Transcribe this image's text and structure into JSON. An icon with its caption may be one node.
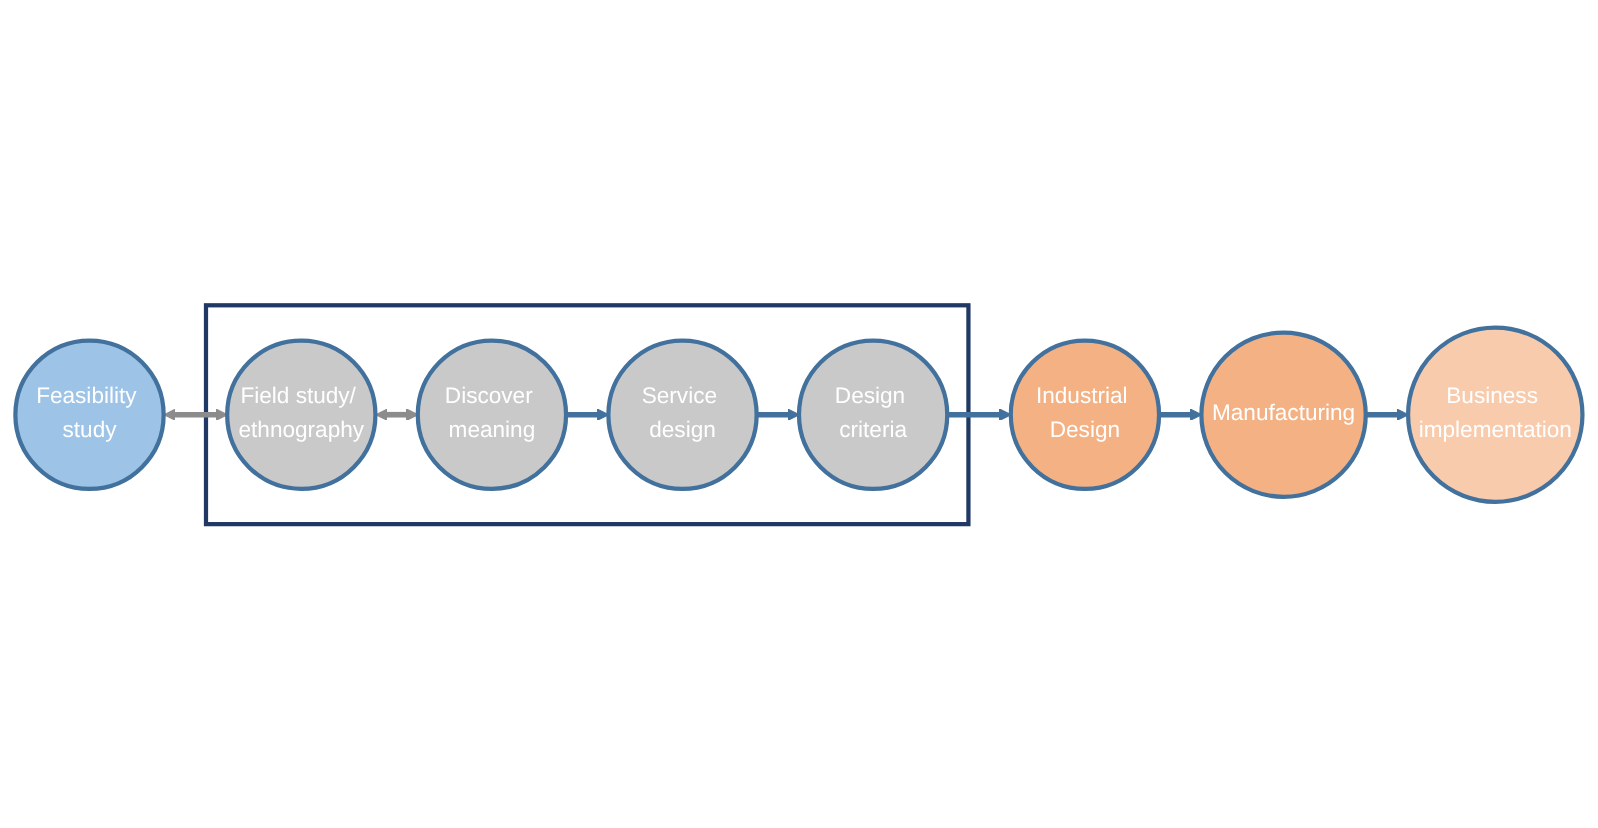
{
  "diagram": {
    "nodes": [
      {
        "text": [
          "Feasibility study"
        ]
      },
      {
        "text": [],
        "shape": "box"
      },
      {
        "text": [
          "Field study/ ethnography"
        ],
        "in": 1
      },
      {
        "text": [
          "Discover meaning"
        ],
        "in": 1
      },
      {
        "text": [
          "Service design"
        ],
        "in": 1
      },
      {
        "text": [
          "Design criteria"
        ],
        "in": 1
      },
      {
        "text": [
          "Industrial Design"
        ]
      },
      {
        "text": [
          "Manufacturing"
        ]
      },
      {
        "text": [
          "Business implementation"
        ]
      }
    ],
    "edges": [
      {
        "from": 0,
        "to": 2,
        "arrow": "both",
        "color": "#8c8c8c"
      },
      {
        "from": 2,
        "to": 3,
        "arrow": "both",
        "color": "#8c8c8c"
      },
      {
        "from": 3,
        "to": 4,
        "arrow": "to"
      },
      {
        "from": 4,
        "to": 5,
        "arrow": "to"
      },
      {
        "from": 5,
        "to": 6,
        "arrow": "to"
      },
      {
        "from": 6,
        "to": 7,
        "arrow": "to"
      },
      {
        "from": 7,
        "to": 8,
        "arrow": "to"
      }
    ]
  }
}
